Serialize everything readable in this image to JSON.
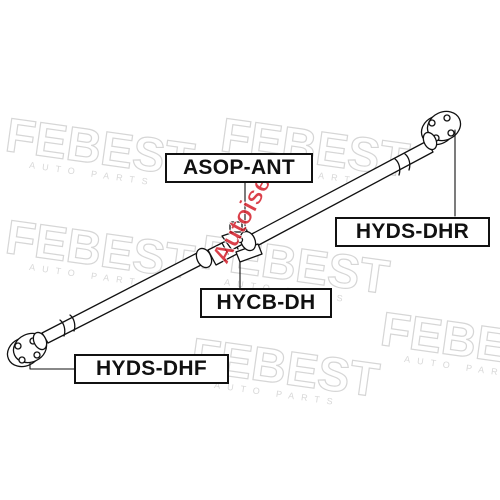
{
  "parts": {
    "center_bearing_nut": "ASOP-ANT",
    "rear_flex_disc": "HYDS-DHR",
    "center_bearing": "HYCB-DH",
    "front_flex_disc": "HYDS-DHF"
  },
  "watermark": {
    "brand": "FEBEST",
    "sub": "AUTO PARTS"
  },
  "seller_watermark": "Autoiseti",
  "colors": {
    "line": "#111111",
    "shaft_fill": "#ffffff",
    "watermark": "#d6d6d6",
    "seller_mark": "#d41f2a"
  }
}
